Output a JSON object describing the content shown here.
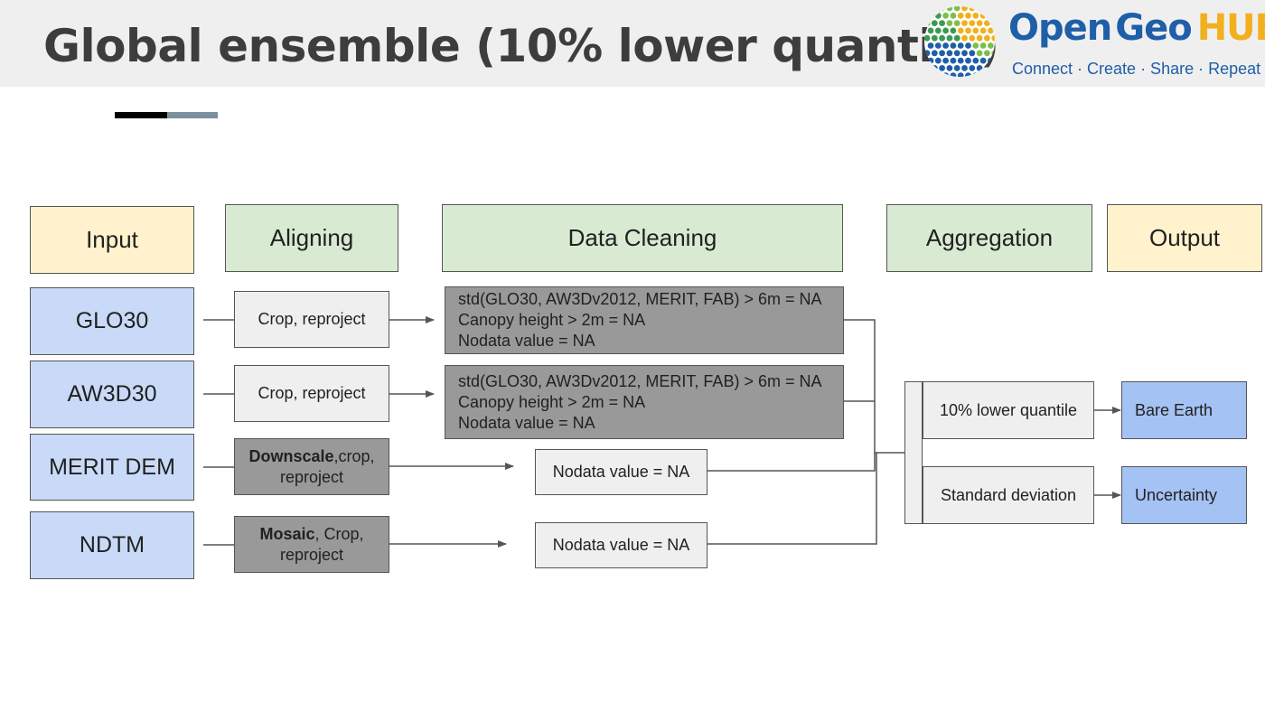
{
  "title": "Global ensemble (10% lower quantile)",
  "logo": {
    "word1": "Open",
    "word2": "Geo",
    "word3": "HUB",
    "tagline": "Connect · Create · Share · Repeat"
  },
  "columns": {
    "input": "Input",
    "aligning": "Aligning",
    "cleaning": "Data Cleaning",
    "aggregation": "Aggregation",
    "output": "Output"
  },
  "inputs": [
    "GLO30",
    "AW3D30",
    "MERIT DEM",
    "NDTM"
  ],
  "aligning": {
    "glo30": "Crop, reproject",
    "aw3d30": "Crop, reproject",
    "merit_bold": "Downscale",
    "merit_rest": ",crop, reproject",
    "ndtm_bold": "Mosaic",
    "ndtm_rest": ", Crop, reproject"
  },
  "cleaning": {
    "glo30": [
      "std(GLO30, AW3Dv2012, MERIT, FAB) > 6m = NA",
      "Canopy height > 2m = NA",
      "Nodata value = NA"
    ],
    "aw3d30": [
      "std(GLO30, AW3Dv2012, MERIT, FAB) > 6m = NA",
      "Canopy height > 2m = NA",
      "Nodata value = NA"
    ],
    "merit": "Nodata value = NA",
    "ndtm": "Nodata value = NA"
  },
  "aggregation": {
    "quantile": "10% lower quantile",
    "stddev": "Standard deviation"
  },
  "outputs": {
    "bare_earth": "Bare Earth",
    "uncertainty": "Uncertainty"
  },
  "colors": {
    "input_header": "#fff2cc",
    "step_header": "#d9ead3",
    "input_box": "#c9daf8",
    "output_box": "#a4c2f4",
    "dark_box": "#999999"
  }
}
